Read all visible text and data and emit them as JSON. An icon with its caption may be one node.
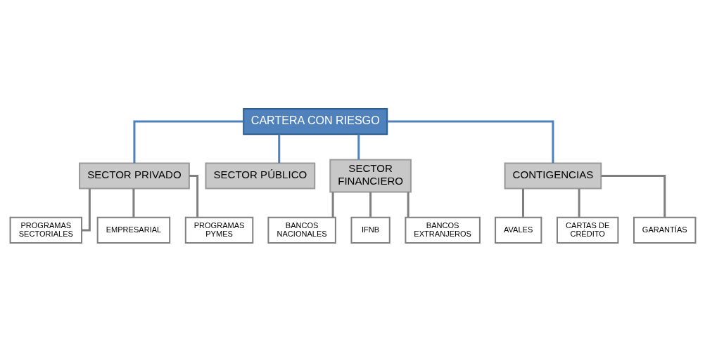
{
  "diagram": {
    "nodes": [
      {
        "text": [
          "CARTERA CON RIESGO"
        ]
      },
      {
        "text": [
          "SECTOR PRIVADO"
        ]
      },
      {
        "text": [
          "SECTOR PÚBLICO"
        ]
      },
      {
        "text": [
          "SECTOR FINANCIERO"
        ]
      },
      {
        "text": [
          "CONTIGENCIAS"
        ]
      },
      {
        "text": [
          "PROGRAMAS SECTORIALES"
        ]
      },
      {
        "text": [
          "EMPRESARIAL"
        ]
      },
      {
        "text": [
          "PROGRAMAS PYMES"
        ]
      },
      {
        "text": [
          "BANCOS NACIONALES"
        ]
      },
      {
        "text": [
          "IFNB"
        ]
      },
      {
        "text": [
          "BANCOS EXTRANJEROS"
        ]
      },
      {
        "text": [
          "AVALES"
        ]
      },
      {
        "text": [
          "CARTAS DE CRÉDITO"
        ]
      },
      {
        "text": [
          "GARANTÍAS"
        ]
      }
    ],
    "edges": [
      {
        "from": 0,
        "to": 1,
        "arrow": "none",
        "color": "#4f81bd"
      },
      {
        "from": 0,
        "to": 2,
        "arrow": "none",
        "color": "#4f81bd"
      },
      {
        "from": 0,
        "to": 3,
        "arrow": "none",
        "color": "#4f81bd"
      },
      {
        "from": 0,
        "to": 4,
        "arrow": "none",
        "color": "#4f81bd"
      },
      {
        "from": 1,
        "to": 5,
        "arrow": "none"
      },
      {
        "from": 1,
        "to": 6,
        "arrow": "none"
      },
      {
        "from": 1,
        "to": 7,
        "arrow": "none"
      },
      {
        "from": 3,
        "to": 8,
        "arrow": "none"
      },
      {
        "from": 3,
        "to": 9,
        "arrow": "none"
      },
      {
        "from": 3,
        "to": 10,
        "arrow": "none"
      },
      {
        "from": 4,
        "to": 11,
        "arrow": "none"
      },
      {
        "from": 4,
        "to": 12,
        "arrow": "none"
      },
      {
        "from": 4,
        "to": 13,
        "arrow": "none"
      }
    ]
  }
}
